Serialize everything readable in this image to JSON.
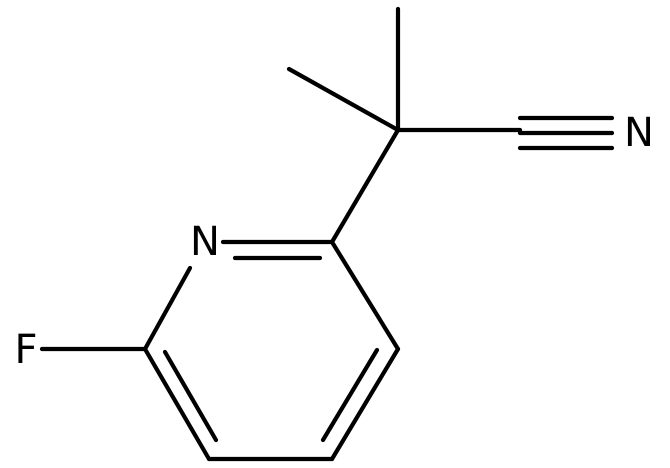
{
  "atoms": {
    "pyridine_nitrogen": "N",
    "fluorine": "F",
    "nitrile_nitrogen": "N"
  },
  "colors": {
    "ink": "#000000",
    "background": "#ffffff"
  }
}
